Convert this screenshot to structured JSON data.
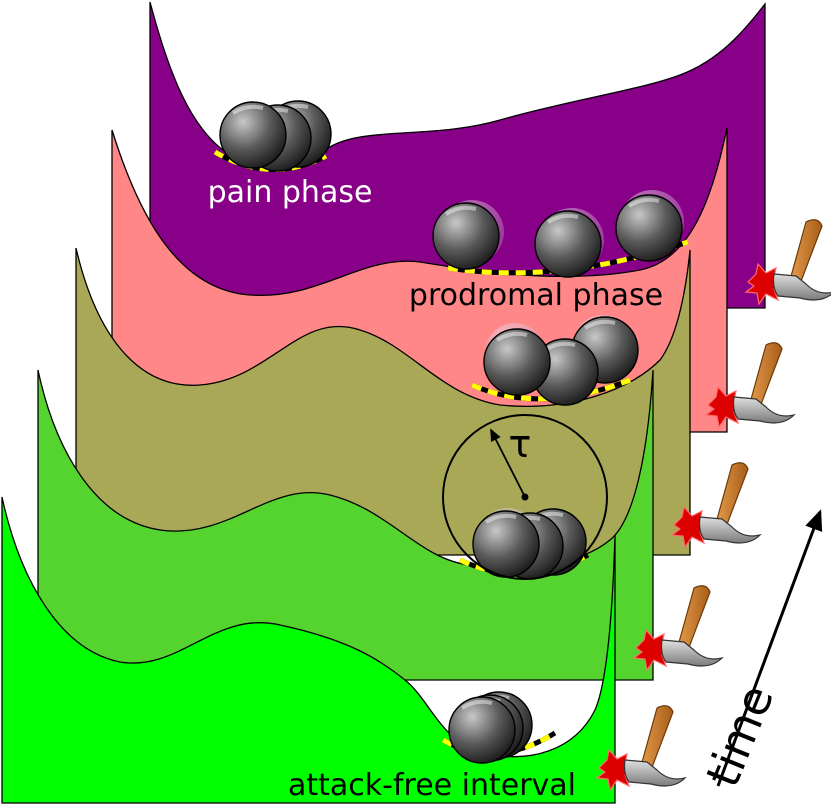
{
  "diagram": {
    "labels": {
      "pain_phase": "pain phase",
      "prodromal_phase": "prodromal phase",
      "attack_free_interval": "attack-free interval",
      "tau": "τ",
      "time": "time"
    },
    "colors": {
      "pain_sheet": "#870087",
      "prodromal_sheet": "#ff8787",
      "interictal_sheet": "#a8a857",
      "transition_sheet": "#55d42f",
      "attack_free_sheet": "#00ff00",
      "ball_dark": "#202020",
      "ball_light": "#c8c8c8",
      "dash_yellow": "#ffff00",
      "spark_red": "#dd0000",
      "hammer_wood": "#c87a2a",
      "hammer_steel": "#9a9a9a"
    },
    "icons": [
      "ball-icon",
      "hammer-icon",
      "spark-icon",
      "arrow-icon"
    ]
  }
}
